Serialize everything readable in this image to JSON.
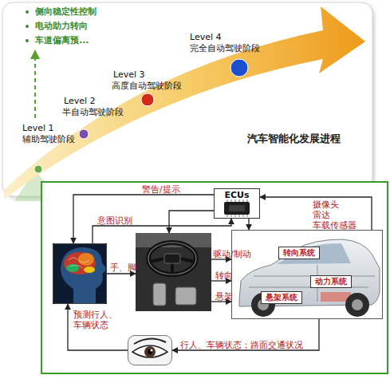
{
  "diagram": {
    "nodes": [
      {
        "text": [
          "ECUs"
        ]
      },
      {
        "text": []
      },
      {
        "text": []
      },
      {
        "text": []
      },
      {
        "text": [
          "转向系统"
        ],
        "in": 3
      },
      {
        "text": [
          "动力系统"
        ],
        "in": 3
      },
      {
        "text": [
          "悬架系统"
        ],
        "in": 3
      },
      {
        "text": []
      }
    ],
    "edges": [
      {
        "from": 0,
        "to": 1,
        "label": "警告/提示",
        "arrow": "to"
      },
      {
        "from": 1,
        "to": 0,
        "label": "意图识别",
        "arrow": "to"
      },
      {
        "from": 0,
        "to": 2,
        "arrow": "to"
      },
      {
        "from": 3,
        "to": 0,
        "label": "摄像头 雷达 车载传感器",
        "arrow": "to"
      },
      {
        "from": 0,
        "to": 3,
        "arrow": "to"
      },
      {
        "from": 1,
        "to": 2,
        "label": "手、脚",
        "arrow": "to"
      },
      {
        "from": 2,
        "to": 3,
        "label": "驱动/制动",
        "arrow": "to"
      },
      {
        "from": 2,
        "to": 3,
        "label": "转向",
        "arrow": "to"
      },
      {
        "from": 2,
        "to": 3,
        "label": "悬架",
        "arrow": "to"
      },
      {
        "from": 3,
        "to": 7,
        "label": "行人、车辆状态；路面交通状况",
        "arrow": "to"
      },
      {
        "from": 7,
        "to": 1,
        "label": "预测行人、 车辆状态",
        "arrow": "to"
      }
    ],
    "labels": [
      "侧向稳定性控制",
      "电动助力转向",
      "车道偏离预...",
      "Level 1",
      "辅助驾驶阶段",
      "Level 2",
      "半自动驾驶阶段",
      "Level 3",
      "高度自动驾驶阶段",
      "Level 4",
      "完全自动驾驶阶段",
      "汽车智能化发展进程"
    ]
  }
}
